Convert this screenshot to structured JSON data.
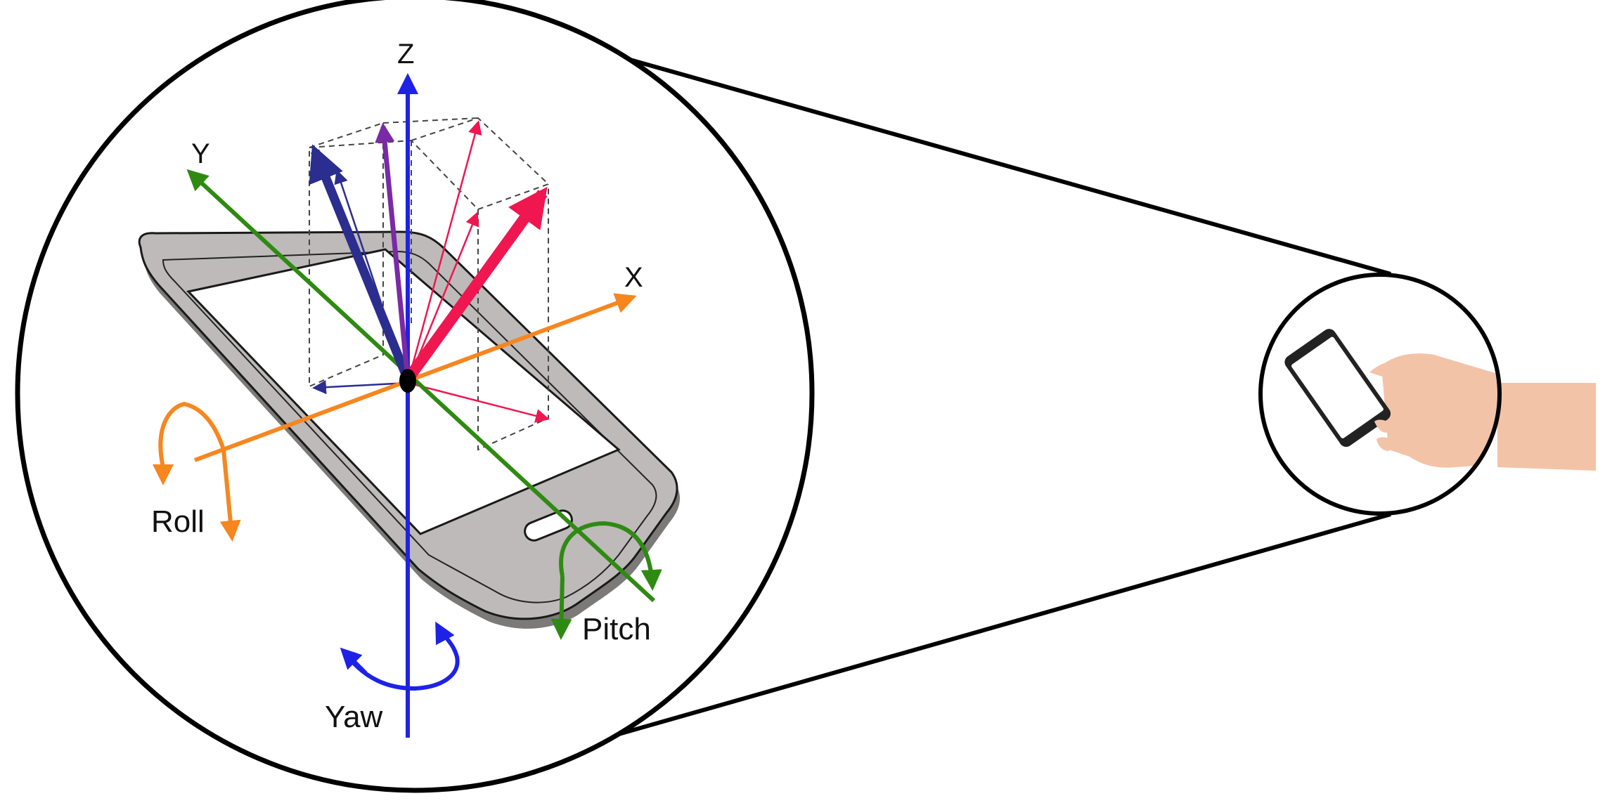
{
  "axes": {
    "x": {
      "label": "X",
      "color": "#f7861f"
    },
    "y": {
      "label": "Y",
      "color": "#2f8a12"
    },
    "z": {
      "label": "Z",
      "color": "#1e22e6"
    }
  },
  "rotations": {
    "roll": {
      "label": "Roll",
      "color": "#f7861f"
    },
    "pitch": {
      "label": "Pitch",
      "color": "#2f8a12"
    },
    "yaw": {
      "label": "Yaw",
      "color": "#1e22e6"
    }
  },
  "vectors": {
    "navy": "#2b2d8f",
    "purple": "#7a2aa6",
    "red": "#f01650"
  },
  "device": {
    "body_color": "#bdbab9",
    "screen_color": "#ffffff",
    "outline_color": "#1a1a1a"
  },
  "inset": {
    "hand_color": "#f3c3a8",
    "phone_color": "#222222"
  }
}
